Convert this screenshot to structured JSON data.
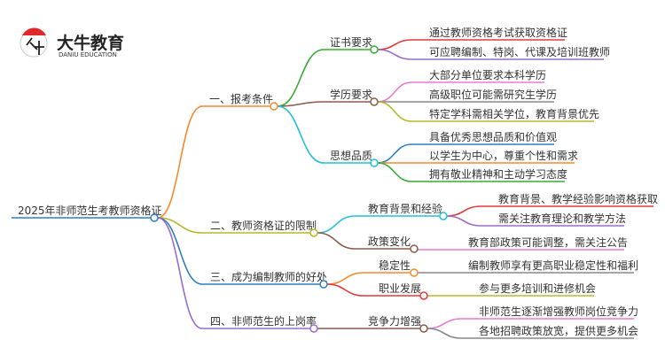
{
  "logo": {
    "name": "大牛教育",
    "subtitle": "DANIU EDUCATION",
    "mark": "大牛"
  },
  "root": "2025年非师范生考教师资格证",
  "branches": [
    {
      "label": "一、报考条件",
      "color": "#f7892f",
      "children": [
        {
          "label": "证书要求",
          "color": "#3aaa35",
          "leaves": [
            {
              "label": "通过教师资格考试获取资格证",
              "color": "#e23a3a"
            },
            {
              "label": "可应聘编制、特岗、代课及培训班教师",
              "color": "#9b6cc8"
            }
          ]
        },
        {
          "label": "学历要求",
          "color": "#8b5a4a",
          "leaves": [
            {
              "label": "大部分单位要求本科学历",
              "color": "#e87ccf"
            },
            {
              "label": "高级职位可能需研究生学历",
              "color": "#888888"
            },
            {
              "label": "特定学科需相关学位，教育背景优先",
              "color": "#b8b82a"
            }
          ]
        },
        {
          "label": "思想品质",
          "color": "#22c0d8",
          "leaves": [
            {
              "label": "具备优秀思想品质和价值观",
              "color": "#2f7fc0"
            },
            {
              "label": "以学生为中心，尊重个性和需求",
              "color": "#f7892f"
            },
            {
              "label": "拥有敬业精神和主动学习态度",
              "color": "#3aaa35"
            }
          ]
        }
      ]
    },
    {
      "label": "二、教师资格证的限制",
      "color": "#b8b82a",
      "children": [
        {
          "label": "教育背景和经验",
          "color": "#22c0d8",
          "leaves": [
            {
              "label": "教育背景、教学经验影响资格获取",
              "color": "#e23a3a"
            },
            {
              "label": "需关注教育理论和教学方法",
              "color": "#9b6cc8"
            }
          ]
        },
        {
          "label": "政策变化",
          "color": "#8b5a4a",
          "leaves": [
            {
              "label": "教育部政策可能调整，需关注公告",
              "color": "#e87ccf"
            }
          ]
        }
      ]
    },
    {
      "label": "三、成为编制教师的好处",
      "color": "#2f7fc0",
      "children": [
        {
          "label": "稳定性",
          "color": "#f7892f",
          "leaves": [
            {
              "label": "编制教师享有更高职业稳定性和福利",
              "color": "#888888"
            }
          ]
        },
        {
          "label": "职业发展",
          "color": "#e23a3a",
          "leaves": [
            {
              "label": "参与更多培训和进修机会",
              "color": "#b8b82a"
            }
          ]
        }
      ]
    },
    {
      "label": "四、非师范生的上岗率",
      "color": "#9b6cc8",
      "children": [
        {
          "label": "竞争力增强",
          "color": "#8b5a4a",
          "leaves": [
            {
              "label": "非师范生逐渐增强教师岗位竞争力",
              "color": "#e87ccf"
            },
            {
              "label": "各地招聘政策放宽，提供更多机会",
              "color": "#888888"
            }
          ]
        }
      ]
    }
  ]
}
